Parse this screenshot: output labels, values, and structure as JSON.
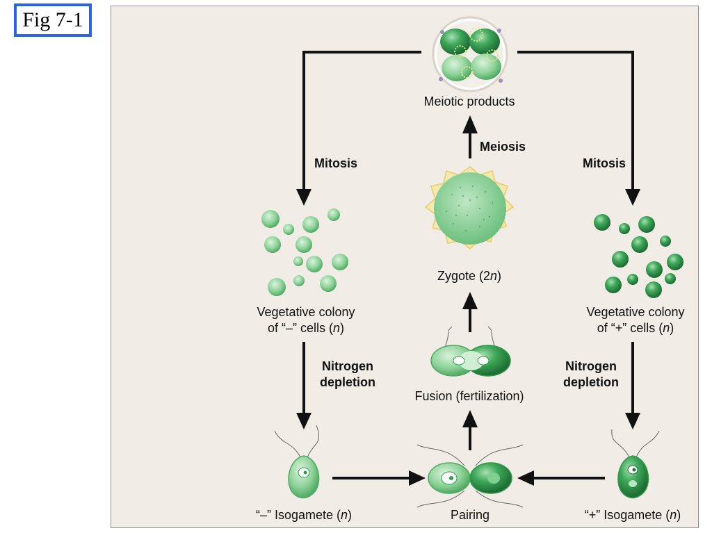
{
  "figure_label": "Fig 7-1",
  "stages": {
    "meiotic_products": "Meiotic products",
    "zygote": "Zygote (2",
    "zygote_n": "n",
    "zygote_close": ")",
    "veg_minus_l1": "Vegetative colony",
    "veg_minus_l2": "of  “–” cells (",
    "veg_plus_l1": "Vegetative colony",
    "veg_plus_l2": "of  “+” cells (",
    "n": "n",
    "close": ")",
    "fusion": "Fusion (fertilization)",
    "pairing": "Pairing",
    "iso_minus": "“–” Isogamete (",
    "iso_plus": "“+” Isogamete ("
  },
  "processes": {
    "meiosis": "Meiosis",
    "mitosis_left": "Mitosis",
    "mitosis_right": "Mitosis",
    "nitrogen_left_l1": "Nitrogen",
    "nitrogen_left_l2": "depletion",
    "nitrogen_right_l1": "Nitrogen",
    "nitrogen_right_l2": "depletion"
  },
  "colors": {
    "light_green": "#8fd39a",
    "dark_green": "#2f9a4a",
    "background": "#f1ede6",
    "frame": "#2b63e6"
  }
}
